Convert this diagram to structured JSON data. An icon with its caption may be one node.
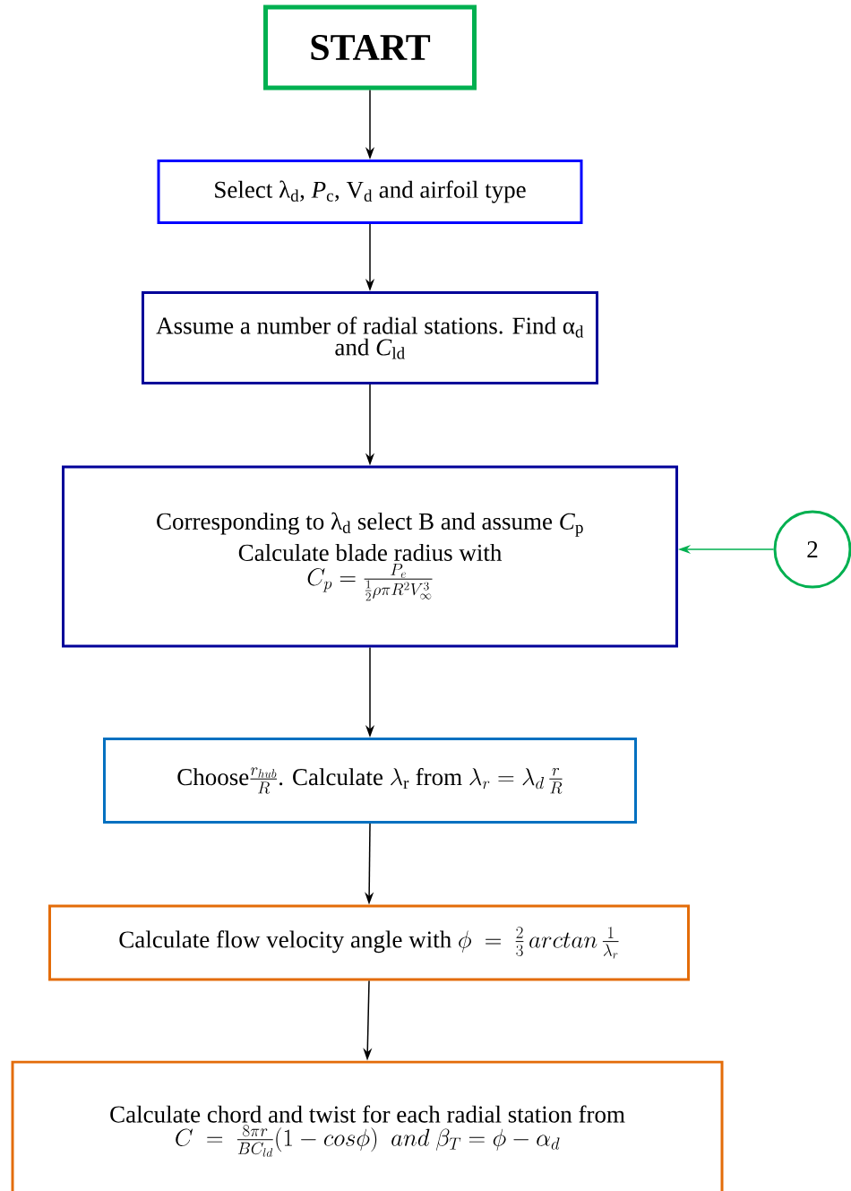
{
  "diagram": {
    "nodes": [
      {
        "text": [
          "START"
        ]
      },
      {
        "text": [
          "Select λ$_{d}$, *P*$_{c}$, V$_{d}$ and airfoil type"
        ]
      },
      {
        "text": [
          "Assume a number of radial stations. Find α$_{d}$ and *C*$_{ld}$"
        ]
      },
      {
        "text": [
          "Corresponding to λ$_{d}$ select B and assume *C*$_{p}$",
          "Calculate blade radius with",
          "C_p = \\frac{P_e}{\\frac{1}{2}\\rho\\pi R^2 V_\\infty^3}"
        ]
      },
      {
        "text": [
          "2"
        ]
      },
      {
        "text": [
          "\\text{Choose}\\frac{r_{hub}}{R}\\text{. Calculate }\\lambda_{\\mathrm{r}}\\text{ from }\\lambda_r = \\lambda_d\\,\\frac{r}{R}"
        ]
      },
      {
        "text": [
          "Calculate flow velocity angle with",
          "\\phi\\ =\\ \\frac{2}{3}\\,arctan\\,\\frac{1}{\\lambda_r}"
        ]
      },
      {
        "text": [
          "Calculate chord and twist for each radial station from",
          "C\\ =\\ \\frac{8\\pi r}{BC_{ld}}(1-cos\\phi)\\ \\ and\\ \\beta_T=\\phi-\\alpha_d"
        ]
      }
    ],
    "edges": [
      {
        "from": 0,
        "to": 1,
        "arrow": "to"
      },
      {
        "from": 1,
        "to": 2,
        "arrow": "to"
      },
      {
        "from": 2,
        "to": 3,
        "arrow": "to"
      },
      {
        "from": 4,
        "to": 3,
        "arrow": "to",
        "color": "#00b050"
      },
      {
        "from": 3,
        "to": 5,
        "arrow": "to"
      },
      {
        "from": 5,
        "to": 6,
        "arrow": "to"
      },
      {
        "from": 6,
        "to": 7,
        "arrow": "to"
      }
    ]
  }
}
